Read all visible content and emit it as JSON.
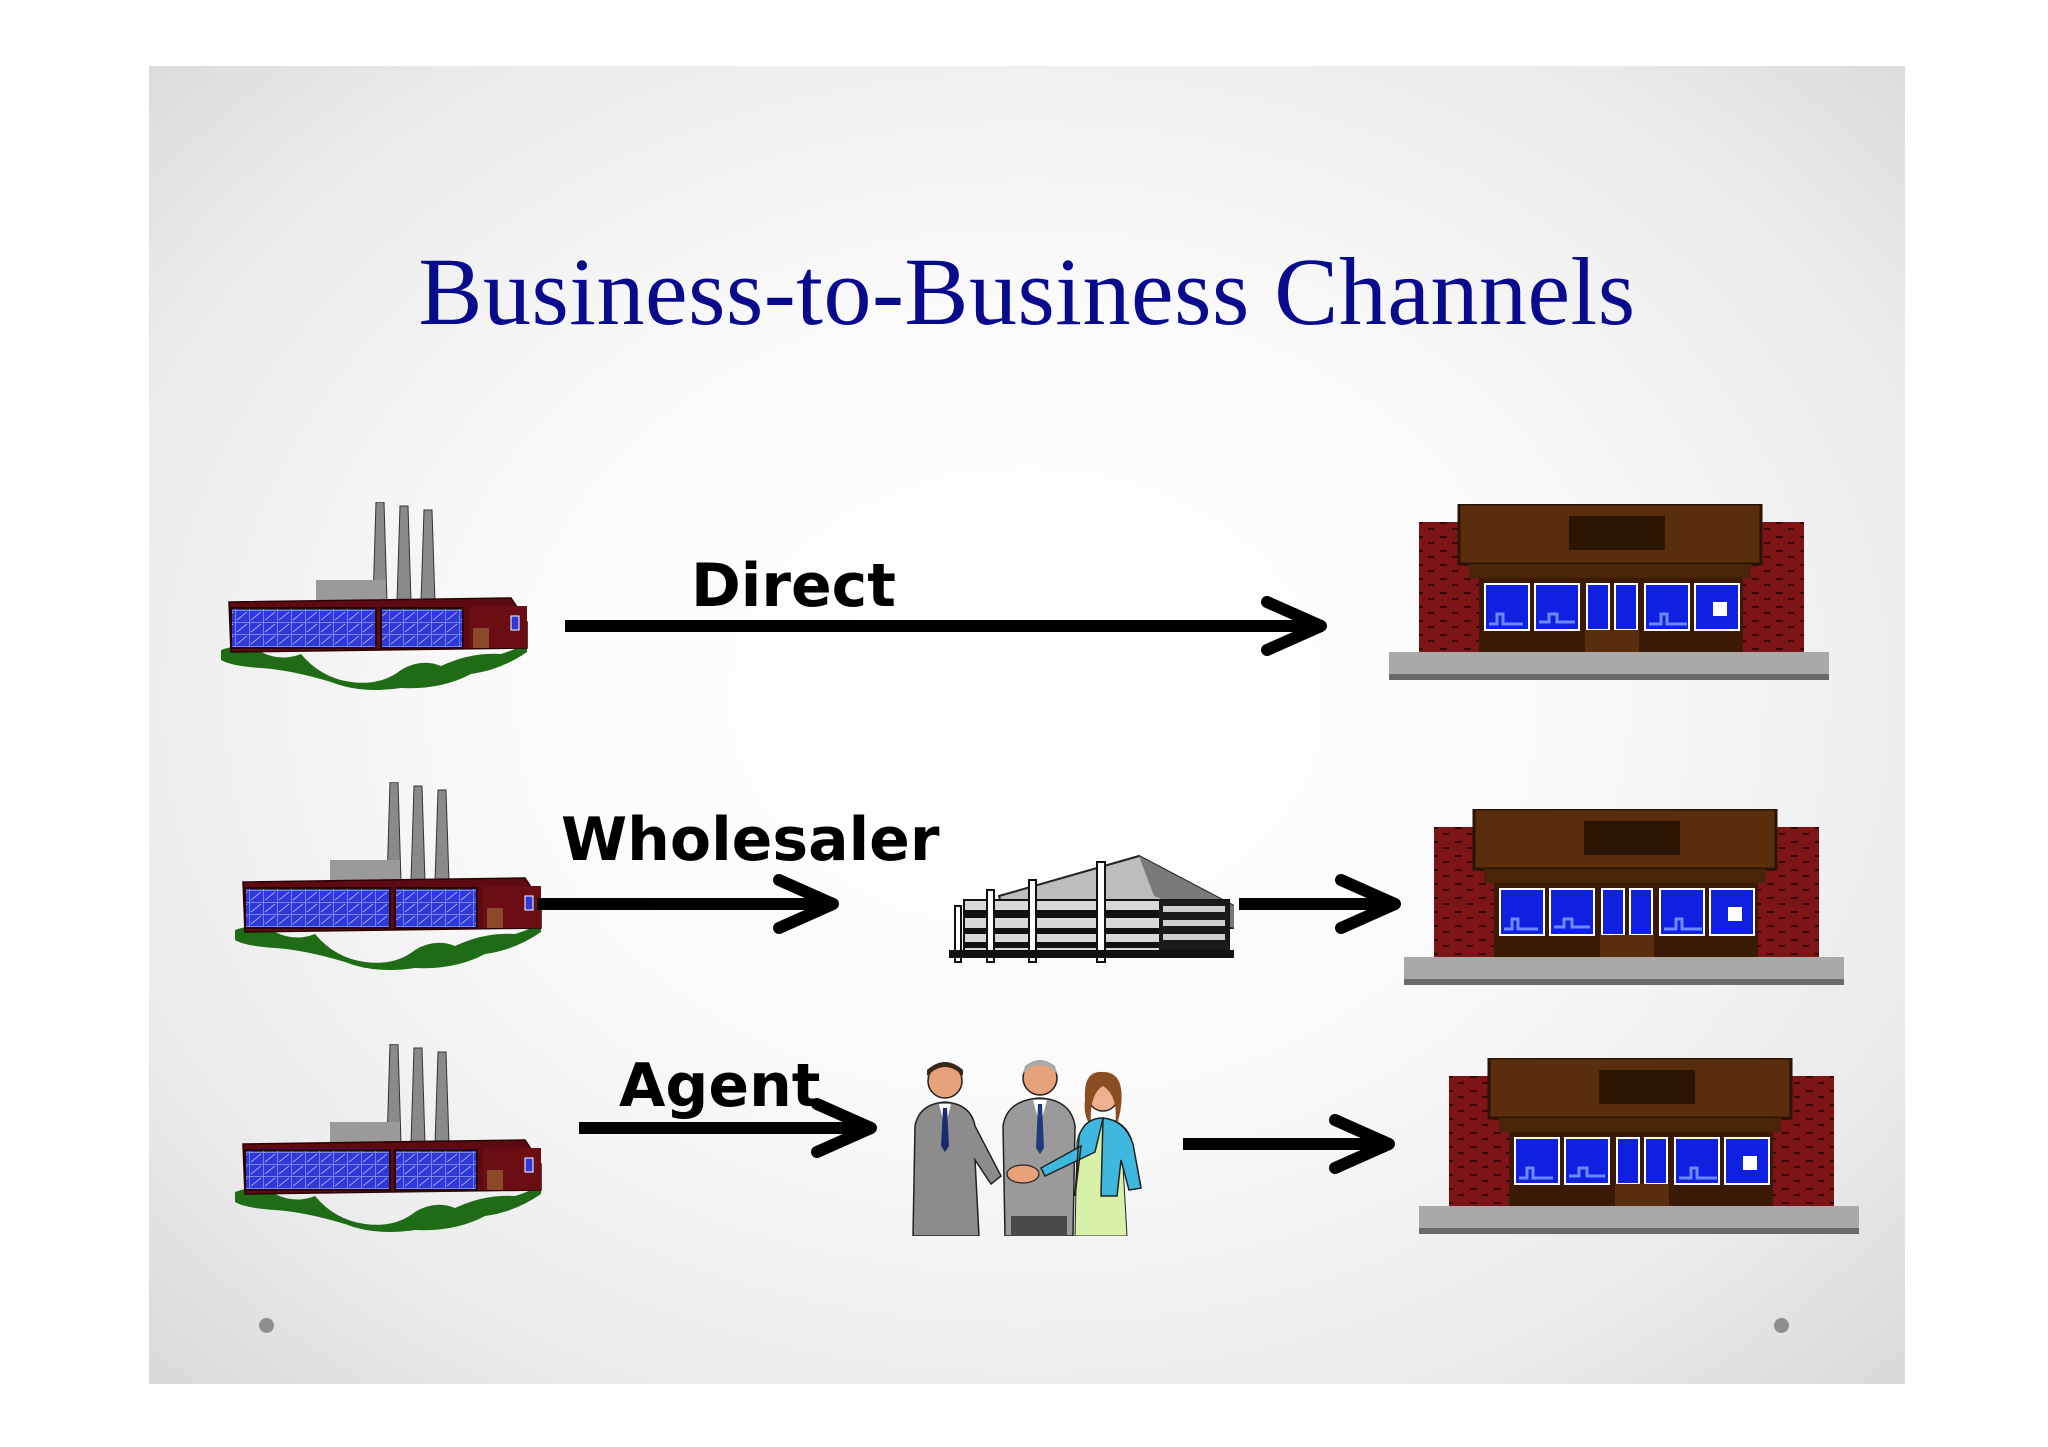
{
  "slide": {
    "title": "Business-to-Business Channels",
    "background": "#f6f6f6",
    "title_color": "#0a0a8c"
  },
  "channels": [
    {
      "label": "Direct",
      "from": "factory-icon",
      "via": null,
      "to": "store-icon"
    },
    {
      "label": "Wholesaler",
      "from": "factory-icon",
      "via": "wholesale-building-icon",
      "to": "store-icon"
    },
    {
      "label": "Agent",
      "from": "factory-icon",
      "via": "agents-people-icon",
      "to": "store-icon"
    }
  ],
  "colors": {
    "factory_wall": "#6b0e14",
    "factory_window": "#2e34d6",
    "grass": "#1f6b16",
    "store_brick": "#7d1416",
    "store_awning": "#5a2e0c",
    "store_window": "#1020e0",
    "arrow": "#000000"
  }
}
